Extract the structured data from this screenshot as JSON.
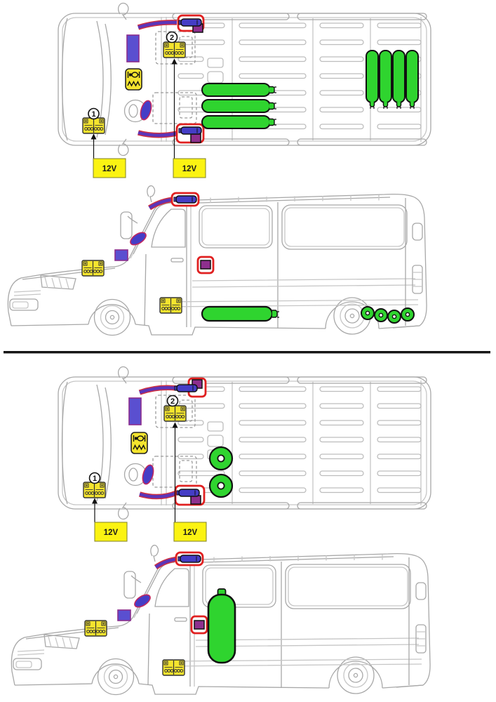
{
  "labels": {
    "battery_voltage": "12V"
  },
  "callouts": [
    {
      "number": "1"
    },
    {
      "number": "2"
    }
  ],
  "colors": {
    "background": "#ffffff",
    "vehicle_outline_gray": "#a8a8a8",
    "vehicle_outline_light": "#c6c6c6",
    "gas_tank_green": "#2fd42f",
    "component_yellow": "#f4e42e",
    "label_yellow": "#fbf312",
    "inflator_blue": "#453dc6",
    "control_unit_blue": "#5a4fd0",
    "control_unit_border_purple": "#8b2d8e",
    "pretensioner_magenta": "#8e2f8e",
    "airbag_line_purple": "#5b35b8",
    "airbag_line_red_edge": "#d03040",
    "highlight_red": "#e02020",
    "divider_black": "#151515"
  },
  "views": [
    {
      "id": "top-view-a",
      "vehicle": "van-top-view",
      "components": [
        "curtain-airbag-inflator-left",
        "curtain-airbag-inflator-right",
        "seatbelt-pretensioner-left",
        "seatbelt-pretensioner-right",
        "fuse-box",
        "airbag-control-unit",
        "steering-wheel-airbag",
        "battery-12v-front",
        "battery-12v-seat-base",
        "gas-cylinder-horizontal-1",
        "gas-cylinder-horizontal-2",
        "gas-cylinder-horizontal-3",
        "gas-cylinder-vertical-rear-1",
        "gas-cylinder-vertical-rear-2",
        "gas-cylinder-vertical-rear-3",
        "gas-cylinder-vertical-rear-4"
      ]
    },
    {
      "id": "side-view-a",
      "vehicle": "van-side-view",
      "components": [
        "curtain-airbag-inflator",
        "fuse-box",
        "windshield-airbag-ellipse",
        "battery-12v-engine-bay",
        "battery-12v-step",
        "b-pillar-pretensioner",
        "gas-cylinder-underbody",
        "gas-cylinder-end-rear-1",
        "gas-cylinder-end-rear-2",
        "gas-cylinder-end-rear-3",
        "gas-cylinder-end-rear-4"
      ]
    },
    {
      "id": "top-view-b",
      "vehicle": "van-top-view",
      "components": [
        "curtain-airbag-inflator-left",
        "curtain-airbag-inflator-right",
        "seatbelt-pretensioner-left",
        "seatbelt-pretensioner-right",
        "fuse-box",
        "airbag-control-unit",
        "steering-wheel-airbag",
        "battery-12v-front",
        "battery-12v-seat-base",
        "gas-tank-round-1",
        "gas-tank-round-2"
      ]
    },
    {
      "id": "side-view-b",
      "vehicle": "van-side-view",
      "components": [
        "curtain-airbag-inflator",
        "fuse-box",
        "windshield-airbag-ellipse",
        "battery-12v-engine-bay",
        "battery-12v-step",
        "b-pillar-pretensioner",
        "gas-cylinder-vertical-cabin"
      ]
    }
  ]
}
